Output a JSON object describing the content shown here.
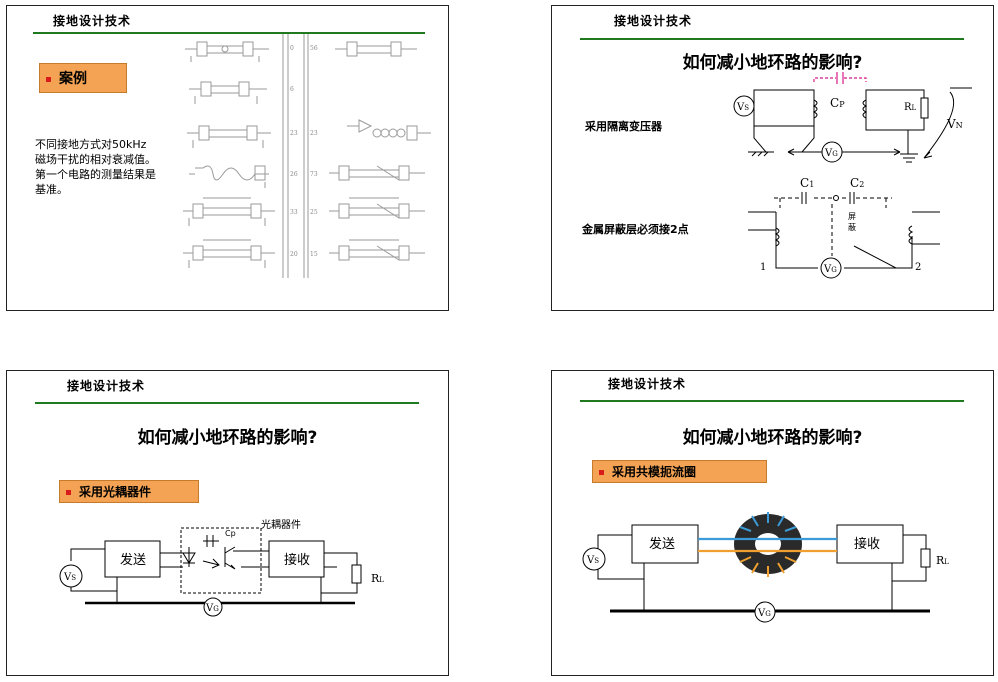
{
  "slides": [
    {
      "header": "接地设计技术",
      "case_label": "案例",
      "body_text": "不同接地方式对50kHz磁场干扰的相对衰减值。第一个电路的测量结果是基准。",
      "table_numbers_left": [
        "0",
        "6",
        "23",
        "26",
        "33",
        "20"
      ],
      "table_numbers_right": [
        "56",
        "",
        "23",
        "73",
        "25",
        "15"
      ]
    },
    {
      "header": "接地设计技术",
      "title": "如何减小地环路的影响?",
      "label_1": "采用隔离变压器",
      "label_2": "金属屏蔽层必须接2点",
      "vs": "V",
      "vs_sub": "S",
      "cp": "C",
      "cp_sub": "P",
      "rl": "R",
      "rl_sub": "L",
      "vn": "V",
      "vn_sub": "N",
      "vg": "V",
      "vg_sub": "G",
      "c1": "C",
      "c1_sub": "1",
      "c2": "C",
      "c2_sub": "2",
      "shield_1": "屏",
      "shield_2": "蔽",
      "node_1": "1",
      "node_2": "2"
    },
    {
      "header": "接地设计技术",
      "title": "如何减小地环路的影响?",
      "bullet": "采用光耦器件",
      "optocoupler_label": "光耦器件",
      "cp": "Cp",
      "send": "发送",
      "receive": "接收",
      "vs": "V",
      "vs_sub": "S",
      "vg": "V",
      "vg_sub": "G",
      "rl": "R",
      "rl_sub": "L"
    },
    {
      "header": "接地设计技术",
      "title": "如何减小地环路的影响?",
      "bullet": "采用共模扼流圈",
      "send": "发送",
      "receive": "接收",
      "vs": "V",
      "vs_sub": "S",
      "vg": "V",
      "vg_sub": "G",
      "rl": "R",
      "rl_sub": "L"
    }
  ],
  "colors": {
    "rule_green": "#1f7a1f",
    "box_orange": "#f4a354",
    "bullet_red": "#d81b1b",
    "cap_magenta": "#d81b8a",
    "wire_blue": "#3c9bd6",
    "wire_orange": "#f0a030",
    "core_dark": "#2a2a2a"
  }
}
